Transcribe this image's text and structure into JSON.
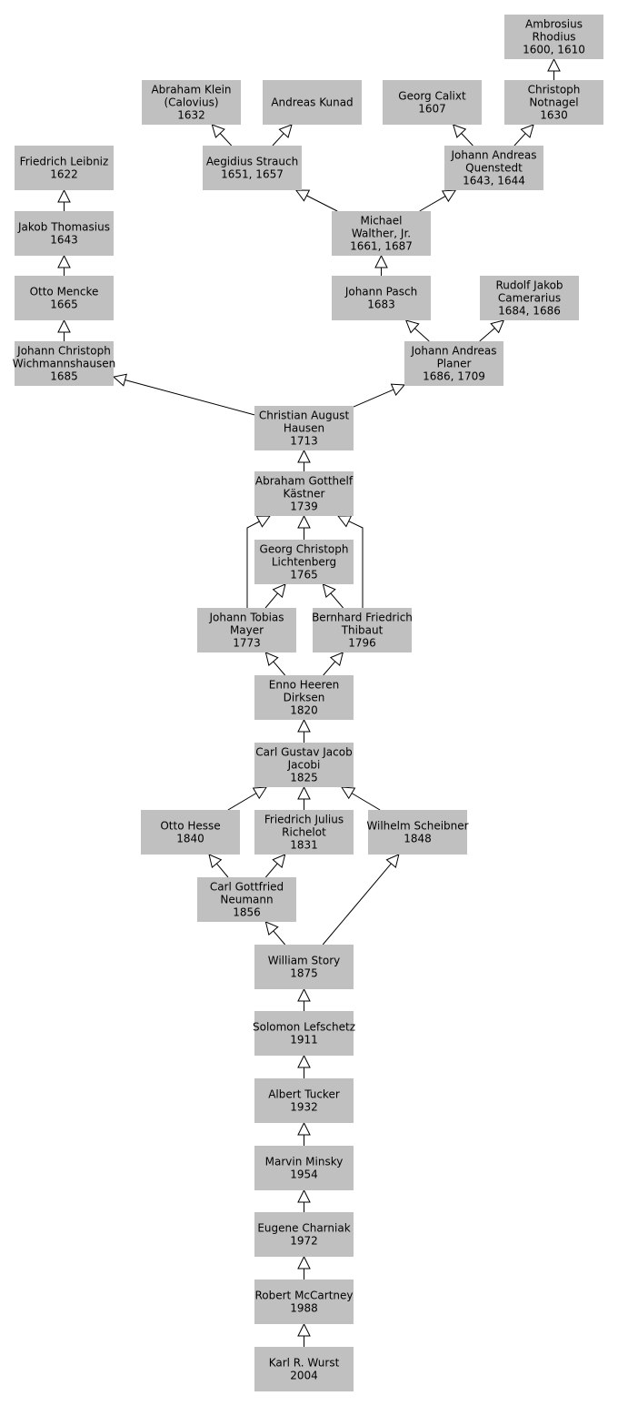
{
  "nodes": {
    "rhodius": {
      "lines": [
        "Ambrosius",
        "Rhodius",
        "1600, 1610"
      ]
    },
    "klein": {
      "lines": [
        "Abraham Klein",
        "(Calovius)",
        "1632"
      ]
    },
    "kunad": {
      "lines": [
        "Andreas Kunad"
      ]
    },
    "calixt": {
      "lines": [
        "Georg Calixt",
        "1607"
      ]
    },
    "notnagel": {
      "lines": [
        "Christoph",
        "Notnagel",
        "1630"
      ]
    },
    "leibniz": {
      "lines": [
        "Friedrich Leibniz",
        "1622"
      ]
    },
    "strauch": {
      "lines": [
        "Aegidius Strauch",
        "1651, 1657"
      ]
    },
    "quenstedt": {
      "lines": [
        "Johann Andreas",
        "Quenstedt",
        "1643, 1644"
      ]
    },
    "thomasius": {
      "lines": [
        "Jakob Thomasius",
        "1643"
      ]
    },
    "walther": {
      "lines": [
        "Michael",
        "Walther, Jr.",
        "1661, 1687"
      ]
    },
    "mencke": {
      "lines": [
        "Otto Mencke",
        "1665"
      ]
    },
    "pasch": {
      "lines": [
        "Johann Pasch",
        "1683"
      ]
    },
    "camerarius": {
      "lines": [
        "Rudolf Jakob",
        "Camerarius",
        "1684, 1686"
      ]
    },
    "wichmann": {
      "lines": [
        "Johann Christoph",
        "Wichmannshausen",
        "1685"
      ]
    },
    "planer": {
      "lines": [
        "Johann Andreas",
        "Planer",
        "1686, 1709"
      ]
    },
    "hausen": {
      "lines": [
        "Christian August",
        "Hausen",
        "1713"
      ]
    },
    "kaestner": {
      "lines": [
        "Abraham Gotthelf",
        "Kästner",
        "1739"
      ]
    },
    "lichtenberg": {
      "lines": [
        "Georg Christoph",
        "Lichtenberg",
        "1765"
      ]
    },
    "mayer": {
      "lines": [
        "Johann Tobias",
        "Mayer",
        "1773"
      ]
    },
    "thibaut": {
      "lines": [
        "Bernhard Friedrich",
        "Thibaut",
        "1796"
      ]
    },
    "dirksen": {
      "lines": [
        "Enno Heeren",
        "Dirksen",
        "1820"
      ]
    },
    "jacobi": {
      "lines": [
        "Carl Gustav Jacob",
        "Jacobi",
        "1825"
      ]
    },
    "hesse": {
      "lines": [
        "Otto Hesse",
        "1840"
      ]
    },
    "richelot": {
      "lines": [
        "Friedrich Julius",
        "Richelot",
        "1831"
      ]
    },
    "scheibner": {
      "lines": [
        "Wilhelm Scheibner",
        "1848"
      ]
    },
    "neumann": {
      "lines": [
        "Carl Gottfried",
        "Neumann",
        "1856"
      ]
    },
    "story": {
      "lines": [
        "William Story",
        "1875"
      ]
    },
    "lefschetz": {
      "lines": [
        "Solomon Lefschetz",
        "1911"
      ]
    },
    "tucker": {
      "lines": [
        "Albert Tucker",
        "1932"
      ]
    },
    "minsky": {
      "lines": [
        "Marvin Minsky",
        "1954"
      ]
    },
    "charniak": {
      "lines": [
        "Eugene Charniak",
        "1972"
      ]
    },
    "mccartney": {
      "lines": [
        "Robert McCartney",
        "1988"
      ]
    },
    "wurst": {
      "lines": [
        "Karl R. Wurst",
        "2004"
      ]
    }
  },
  "edges": [
    {
      "from": "notnagel",
      "to": "rhodius"
    },
    {
      "from": "strauch",
      "to": "klein"
    },
    {
      "from": "strauch",
      "to": "kunad"
    },
    {
      "from": "quenstedt",
      "to": "calixt"
    },
    {
      "from": "quenstedt",
      "to": "notnagel"
    },
    {
      "from": "thomasius",
      "to": "leibniz"
    },
    {
      "from": "walther",
      "to": "strauch"
    },
    {
      "from": "walther",
      "to": "quenstedt"
    },
    {
      "from": "mencke",
      "to": "thomasius"
    },
    {
      "from": "pasch",
      "to": "walther"
    },
    {
      "from": "wichmann",
      "to": "mencke"
    },
    {
      "from": "planer",
      "to": "pasch"
    },
    {
      "from": "planer",
      "to": "camerarius"
    },
    {
      "from": "hausen",
      "to": "wichmann"
    },
    {
      "from": "hausen",
      "to": "planer"
    },
    {
      "from": "kaestner",
      "to": "hausen"
    },
    {
      "from": "lichtenberg",
      "to": "kaestner"
    },
    {
      "from": "mayer",
      "to": "kaestner"
    },
    {
      "from": "thibaut",
      "to": "kaestner"
    },
    {
      "from": "mayer",
      "to": "lichtenberg"
    },
    {
      "from": "thibaut",
      "to": "lichtenberg"
    },
    {
      "from": "dirksen",
      "to": "mayer"
    },
    {
      "from": "dirksen",
      "to": "thibaut"
    },
    {
      "from": "jacobi",
      "to": "dirksen"
    },
    {
      "from": "hesse",
      "to": "jacobi"
    },
    {
      "from": "richelot",
      "to": "jacobi"
    },
    {
      "from": "scheibner",
      "to": "jacobi"
    },
    {
      "from": "neumann",
      "to": "hesse"
    },
    {
      "from": "neumann",
      "to": "richelot"
    },
    {
      "from": "story",
      "to": "neumann"
    },
    {
      "from": "story",
      "to": "scheibner"
    },
    {
      "from": "lefschetz",
      "to": "story"
    },
    {
      "from": "tucker",
      "to": "lefschetz"
    },
    {
      "from": "minsky",
      "to": "tucker"
    },
    {
      "from": "charniak",
      "to": "minsky"
    },
    {
      "from": "mccartney",
      "to": "charniak"
    },
    {
      "from": "wurst",
      "to": "mccartney"
    }
  ],
  "colors": {
    "node_fill": "#c0c0c0",
    "edge_stroke": "#000000",
    "arrowhead_fill": "#ffffff",
    "background": "#ffffff"
  }
}
